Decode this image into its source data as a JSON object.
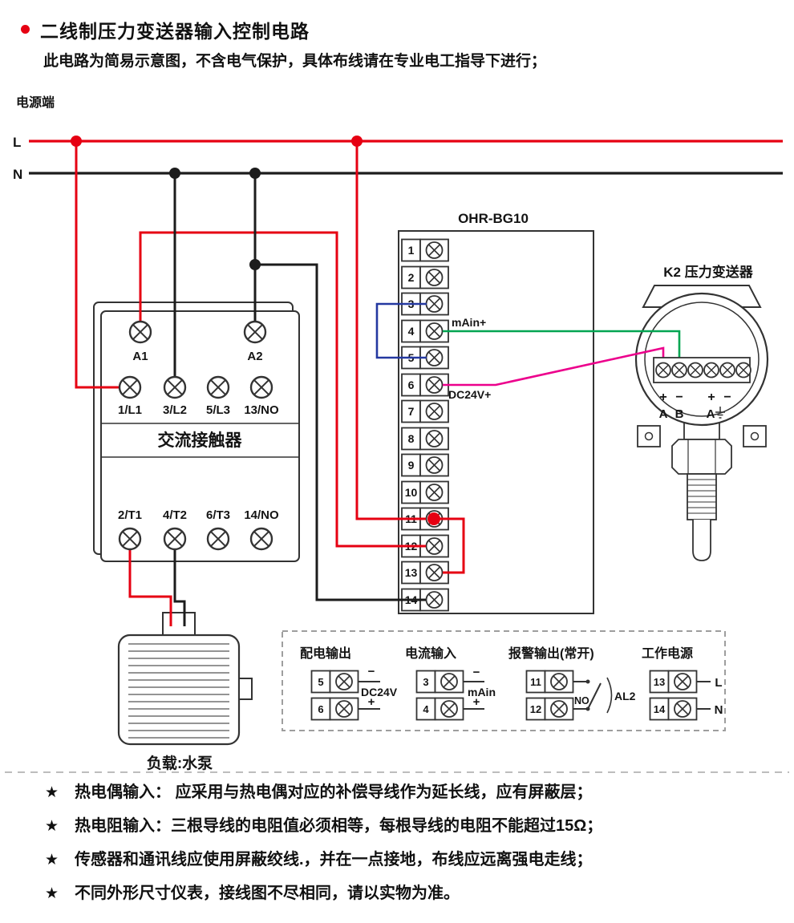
{
  "header": {
    "title": "二线制压力变送器输入控制电路",
    "subtitle": "此电路为简易示意图，不含电气保护，具体布线请在专业电工指导下进行；"
  },
  "power": {
    "label": "电源端",
    "l": "L",
    "n": "N"
  },
  "contactor": {
    "label": "交流接触器",
    "coil_terminals": [
      "A1",
      "A2"
    ],
    "input_terminals": [
      "1/L1",
      "3/L2",
      "5/L3",
      "13/NO"
    ],
    "output_terminals": [
      "2/T1",
      "4/T2",
      "6/T3",
      "14/NO"
    ]
  },
  "controller": {
    "title": "OHR-BG10",
    "terminals": [
      "1",
      "2",
      "3",
      "4",
      "5",
      "6",
      "7",
      "8",
      "9",
      "10",
      "11",
      "12",
      "13",
      "14"
    ],
    "label_main_plus": "mAin+",
    "label_dc24v_plus": "DC24V+"
  },
  "transmitter": {
    "title": "K2 压力变送器",
    "polarity": [
      "+",
      "−",
      "+",
      "−"
    ],
    "terminal_labels": [
      "A",
      "B",
      "A"
    ]
  },
  "load": {
    "label": "负载:水泵"
  },
  "legend": {
    "power_output": {
      "title": "配电输出",
      "t1": "5",
      "t1_sign": "−",
      "t2": "6",
      "t2_sign": "+",
      "label": "DC24V"
    },
    "current_input": {
      "title": "电流输入",
      "t1": "3",
      "t1_sign": "−",
      "t2": "4",
      "t2_sign": "+",
      "label": "mAin"
    },
    "alarm_output": {
      "title": "报警输出(常开)",
      "t1": "11",
      "t2": "12",
      "switch_label": "NO",
      "label": "AL2"
    },
    "working_power": {
      "title": "工作电源",
      "t1": "13",
      "t1_sign": "L",
      "t2": "14",
      "t2_sign": "N"
    }
  },
  "notes": {
    "bullet": "★",
    "items": [
      "热电偶输入： 应采用与热电偶对应的补偿导线作为延长线，应有屏蔽层；",
      "热电阻输入：三根导线的电阻值必须相等，每根导线的电阻不能超过15Ω；",
      "传感器和通讯线应使用屏蔽绞线.，并在一点接地，布线应远离强电走线；",
      "不同外形尺寸仪表，接线图不尽相同，请以实物为准。"
    ]
  },
  "colors": {
    "live_wire": "#e60012",
    "neutral_wire": "#1c1c1c",
    "signal_green": "#00a551",
    "supply_pink": "#ec008c",
    "jumper_blue": "#2438a0"
  }
}
